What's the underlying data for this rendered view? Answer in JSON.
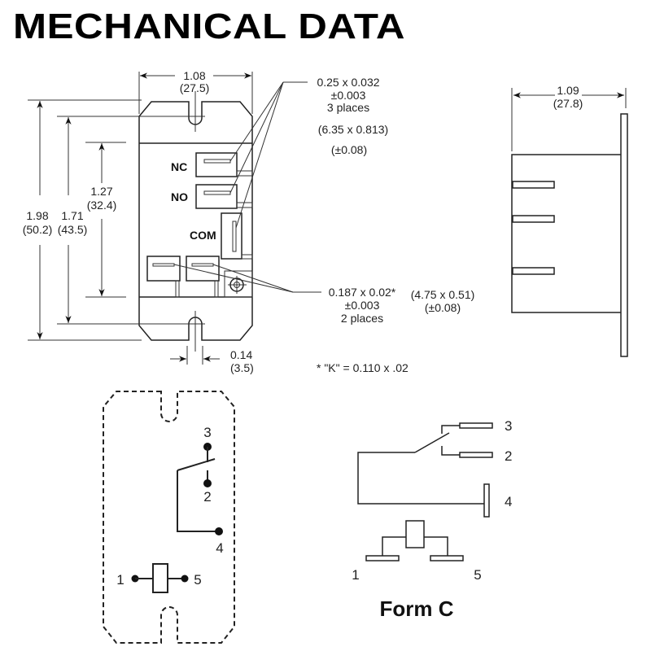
{
  "title": "MECHANICAL DATA",
  "front_view": {
    "width_dim": {
      "inch": "1.08",
      "mm": "(27.5)"
    },
    "height_overall": {
      "inch": "1.98",
      "mm": "(50.2)"
    },
    "height_slots": {
      "inch": "1.71",
      "mm": "(43.5)"
    },
    "height_terminals": {
      "inch": "1.27",
      "mm": "(32.4)"
    },
    "slot_width": {
      "inch": "0.14",
      "mm": "(3.5)"
    },
    "terminal_labels": [
      "NC",
      "NO",
      "COM"
    ],
    "large_terminal_spec": {
      "size": "0.25 x 0.032",
      "tolerance": "±0.003",
      "count": "3 places",
      "size_mm": "(6.35 x 0.813)",
      "tolerance_mm": "(±0.08)"
    },
    "small_terminal_spec": {
      "size": "0.187 x 0.02*",
      "tolerance": "±0.003",
      "count": "2 places",
      "size_mm": "(4.75 x 0.51)",
      "tolerance_mm": "(±0.08)"
    },
    "footnote": "* \"K\" = 0.110 x .02"
  },
  "side_view": {
    "depth_dim": {
      "inch": "1.09",
      "mm": "(27.8)"
    }
  },
  "schematic_left": {
    "pins": [
      "3",
      "2",
      "4",
      "1",
      "5"
    ]
  },
  "schematic_right": {
    "pins": [
      "3",
      "2",
      "4",
      "1",
      "5"
    ],
    "caption": "Form C"
  },
  "colors": {
    "line": "#222222",
    "background": "#ffffff"
  }
}
